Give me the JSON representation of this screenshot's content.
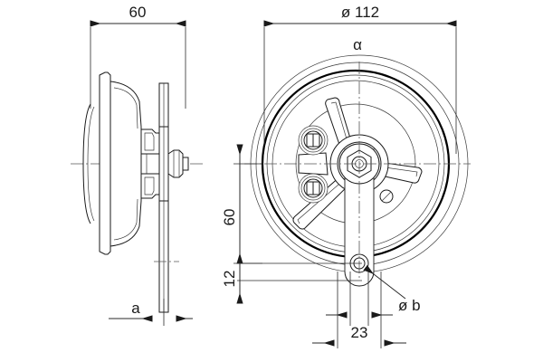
{
  "drawing": {
    "title": "Disc horn technical drawing",
    "views": [
      {
        "name": "side-view",
        "label": ""
      },
      {
        "name": "front-view",
        "label": ""
      }
    ],
    "dimensions": {
      "depth": "60",
      "diameter": "ø 112",
      "angle": "α",
      "height_60": "60",
      "height_12": "12",
      "bracket_hole": "ø b",
      "bracket_width": "23",
      "gap_a": "a"
    },
    "colors": {
      "background": "#ffffff",
      "line": "#1a1a1a",
      "thin_line": "#3a3a3a",
      "center_line": "#555555",
      "bold_line": "#000000"
    }
  }
}
